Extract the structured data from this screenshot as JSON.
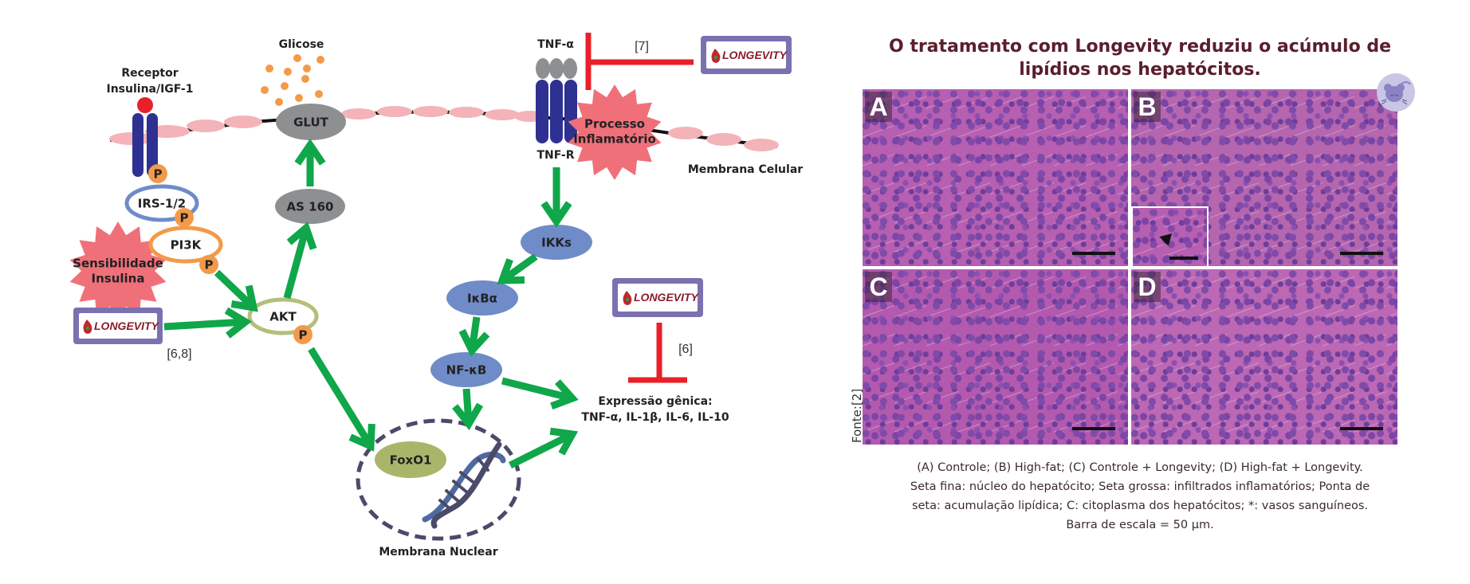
{
  "colors": {
    "arrow_green": "#10a64a",
    "inhibit_red": "#e8202a",
    "membrane_pink": "#f4b3b8",
    "receptor_blue": "#2e3192",
    "phospho_orange": "#f39a4a",
    "gray_node": "#8e8f91",
    "blue_node": "#6f8cc8",
    "olive_node": "#a9b66a",
    "starburst_red": "#f0707a",
    "longevity_border": "#7a72b0",
    "title_maroon": "#5a1e2c"
  },
  "pathway": {
    "labels": {
      "receptor_line1": "Receptor",
      "receptor_line2": "Insulina/IGF-1",
      "glicose": "Glicose",
      "tnf_alpha": "TNF-α",
      "tnf_r": "TNF-R",
      "membrana_celular": "Membrana Celular",
      "membrana_nuclear": "Membrana Nuclear",
      "expressao_line1": "Expressão gênica:",
      "expressao_line2": "TNF-α, IL-1β, IL-6, IL-10"
    },
    "nodes": {
      "glut": "GLUT",
      "as160": "AS 160",
      "irs": "IRS-1/2",
      "pi3k": "PI3K",
      "akt": "AKT",
      "ikks": "IKKs",
      "ikba": "IκBα",
      "nfkb": "NF-κB",
      "foxo1": "FoxO1",
      "phospho": "P"
    },
    "starbursts": {
      "sensibilidade_line1": "Sensibilidade",
      "sensibilidade_line2": "Insulina",
      "processo_line1": "Processo",
      "processo_line2": "Inflamatório"
    },
    "longevity_label": "LONGEVITY",
    "references": {
      "akt_ref": "[6,8]",
      "tnf_ref": "[7]",
      "expression_ref": "[6]"
    }
  },
  "right_panel": {
    "title_line1": "O tratamento com Longevity reduziu o acúmulo de",
    "title_line2": "lipídios nos hepatócitos.",
    "panels": [
      "A",
      "B",
      "C",
      "D"
    ],
    "source": "Fonte:[2]",
    "caption": [
      "(A) Controle; (B) High-fat; (C) Controle + Longevity; (D) High-fat + Longevity.",
      "Seta fina: núcleo do hepatócito; Seta grossa: infiltrados inflamatórios; Ponta de",
      "seta: acumulação lipídica; C: citoplasma dos hepatócitos; *: vasos sanguíneos.",
      "Barra de escala = 50 µm."
    ]
  }
}
